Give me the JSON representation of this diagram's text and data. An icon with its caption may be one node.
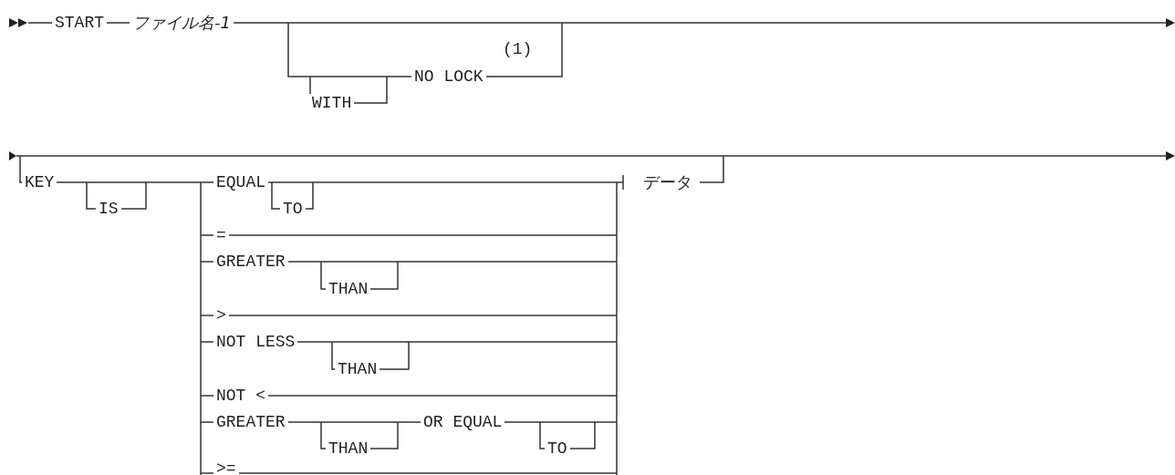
{
  "diagram": {
    "labels": [
      "START",
      "ファイル名-1",
      "(1)",
      "NO LOCK",
      "WITH",
      "KEY",
      "EQUAL",
      "データ",
      "IS",
      "TO",
      "=",
      "GREATER",
      "THAN",
      ">",
      "NOT LESS",
      "THAN",
      "NOT <",
      "GREATER",
      "OR EQUAL",
      "THAN",
      "TO",
      ">="
    ]
  }
}
